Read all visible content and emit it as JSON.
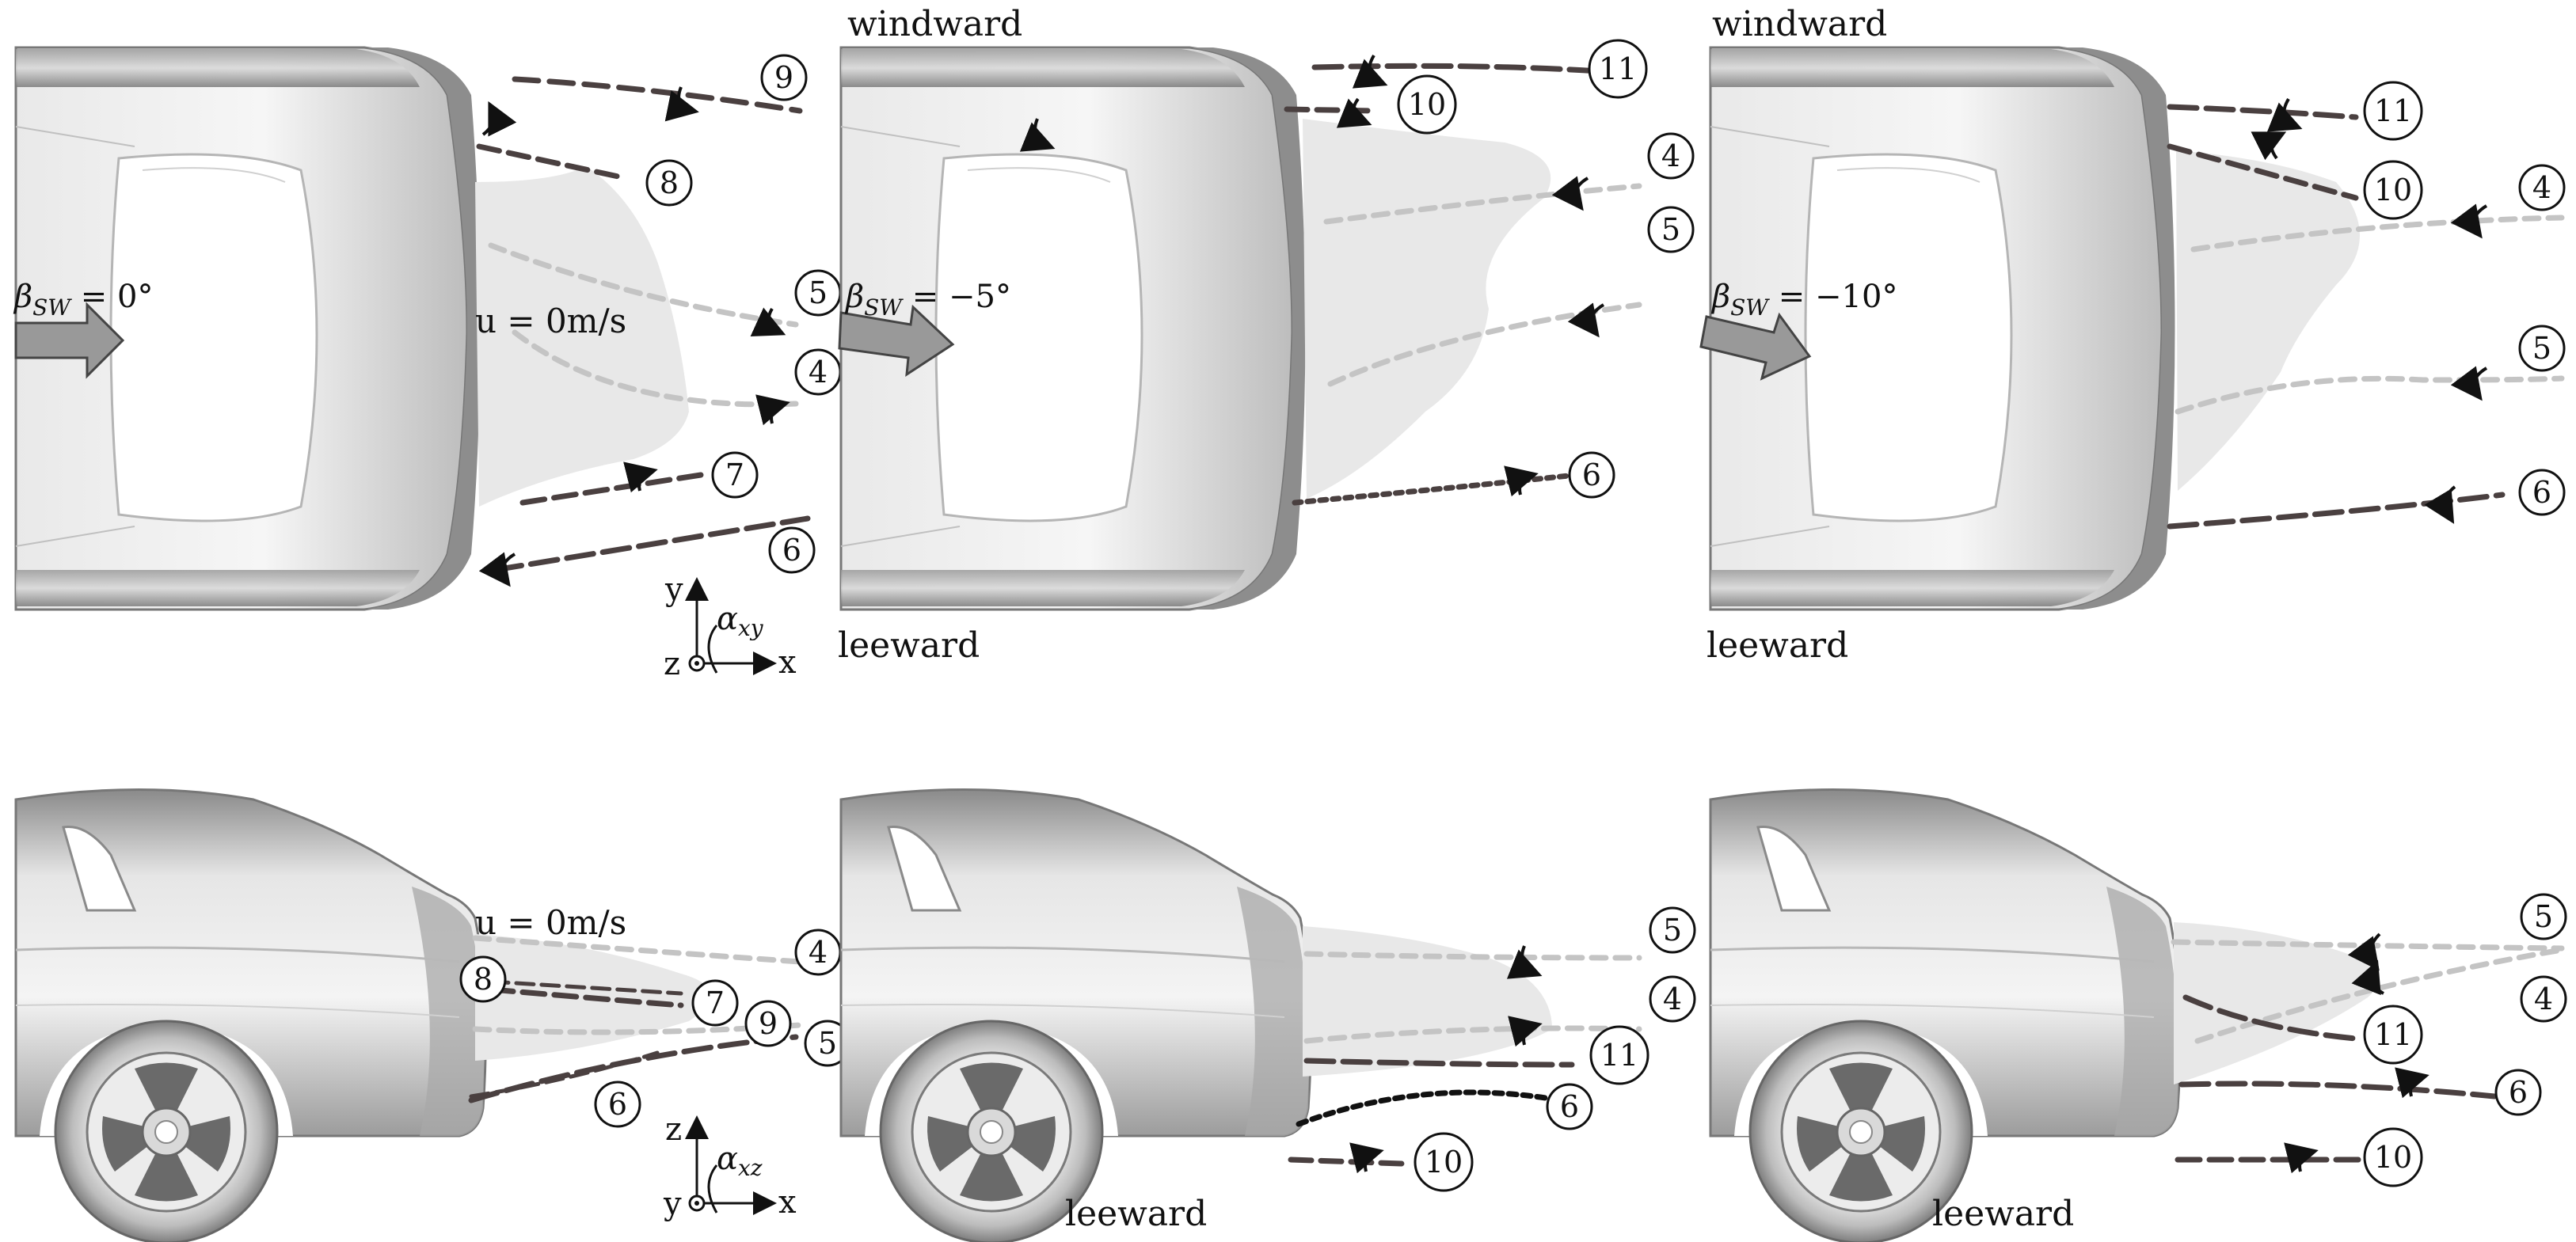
{
  "labels": {
    "windward": "windward",
    "leeward": "leeward",
    "u_zero": "u = 0m/s",
    "beta_sym": "β",
    "beta_sub": "SW",
    "beta_0": " = 0°",
    "beta_5": " = −5°",
    "beta_10": " = −10°",
    "axis_x": "x",
    "axis_y": "y",
    "axis_z": "z",
    "alpha_sym": "α",
    "alpha_xy_sub": "xy",
    "alpha_xz_sub": "xz"
  },
  "vortices": {
    "n4": "4",
    "n5": "5",
    "n6": "6",
    "n7": "7",
    "n8": "8",
    "n9": "9",
    "n10": "10",
    "n11": "11"
  },
  "colors": {
    "dark_line": "#4a4040",
    "light_line": "#c4c4c4",
    "wake_fill": "#e8e8e8",
    "car_dark": "#6e6e6e",
    "car_light": "#f2f2f2"
  }
}
